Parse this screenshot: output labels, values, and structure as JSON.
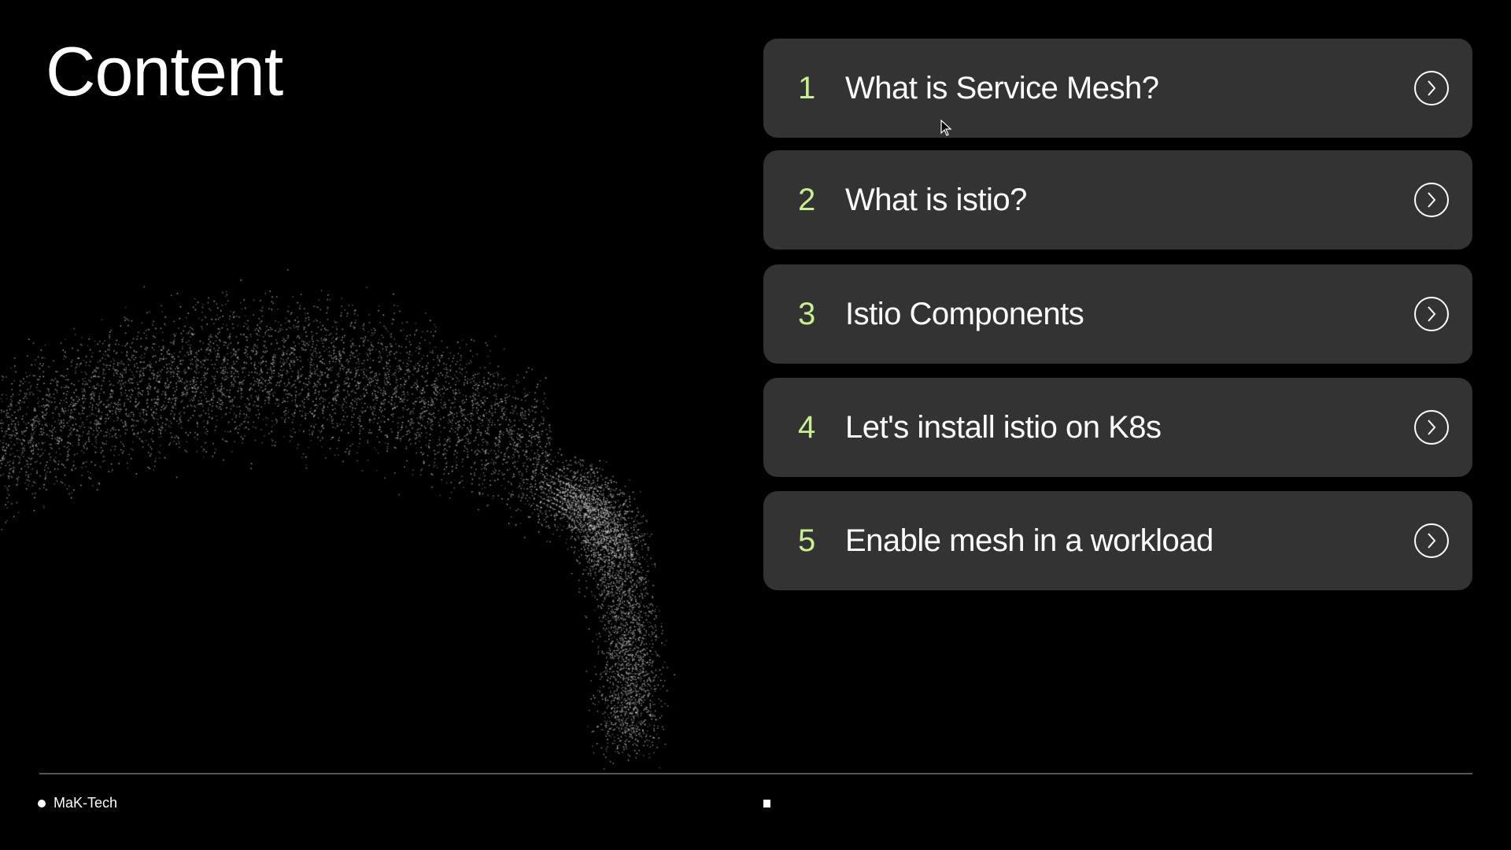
{
  "slide": {
    "title": "Content"
  },
  "items": [
    {
      "number": "1",
      "label": "What is Service Mesh?"
    },
    {
      "number": "2",
      "label": "What is istio?"
    },
    {
      "number": "3",
      "label": "Istio Components"
    },
    {
      "number": "4",
      "label": "Let's install istio on K8s"
    },
    {
      "number": "5",
      "label": "Enable mesh in a workload"
    }
  ],
  "footer": {
    "brand": "MaK-Tech"
  },
  "colors": {
    "accent": "#c8f08f",
    "card": "#333333"
  }
}
